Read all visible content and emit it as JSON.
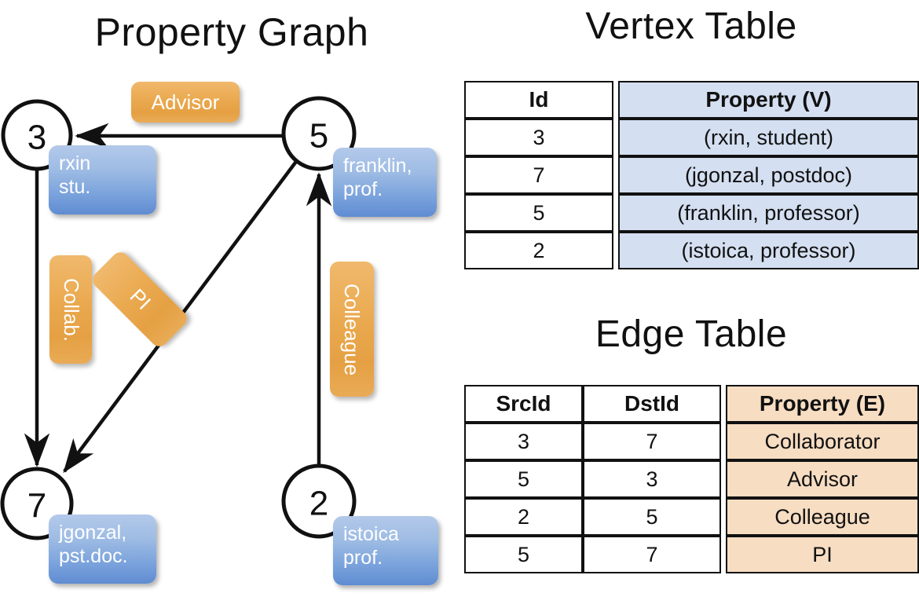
{
  "titles": {
    "graph": "Property Graph",
    "vertex_table": "Vertex Table",
    "edge_table": "Edge Table"
  },
  "graph": {
    "nodes": [
      {
        "id": "3",
        "property": "rxin\nstu.",
        "label_line1": "rxin",
        "label_line2": "stu."
      },
      {
        "id": "5",
        "property": "franklin, prof.",
        "label_line1": "franklin,",
        "label_line2": "prof."
      },
      {
        "id": "7",
        "property": "jgonzal, pst.doc.",
        "label_line1": "jgonzal,",
        "label_line2": "pst.doc."
      },
      {
        "id": "2",
        "property": "istoica prof.",
        "label_line1": "istoica",
        "label_line2": "prof."
      }
    ],
    "edge_labels": [
      {
        "name": "advisor",
        "text": "Advisor",
        "from": "5",
        "to": "3"
      },
      {
        "name": "collab",
        "text": "Collab.",
        "from": "3",
        "to": "7"
      },
      {
        "name": "pi",
        "text": "PI",
        "from": "5",
        "to": "7"
      },
      {
        "name": "colleague",
        "text": "Colleague",
        "from": "2",
        "to": "5"
      }
    ]
  },
  "vertex_table": {
    "headers": [
      "Id",
      "Property (V)"
    ],
    "rows": [
      {
        "id": "3",
        "property": "(rxin, student)"
      },
      {
        "id": "7",
        "property": "(jgonzal, postdoc)"
      },
      {
        "id": "5",
        "property": "(franklin, professor)"
      },
      {
        "id": "2",
        "property": "(istoica, professor)"
      }
    ]
  },
  "edge_table": {
    "headers": [
      "SrcId",
      "DstId",
      "Property (E)"
    ],
    "rows": [
      {
        "src": "3",
        "dst": "7",
        "property": "Collaborator"
      },
      {
        "src": "5",
        "dst": "3",
        "property": "Advisor"
      },
      {
        "src": "2",
        "dst": "5",
        "property": "Colleague"
      },
      {
        "src": "5",
        "dst": "7",
        "property": "PI"
      }
    ]
  },
  "colors": {
    "vertex_property_fill": "#d4dff1",
    "edge_property_fill": "#f7ddc2",
    "node_bubble_blue": "#7ba3dc",
    "edge_chip_orange": "#eaa94f",
    "stroke": "#111111",
    "background": "#ffffff"
  }
}
